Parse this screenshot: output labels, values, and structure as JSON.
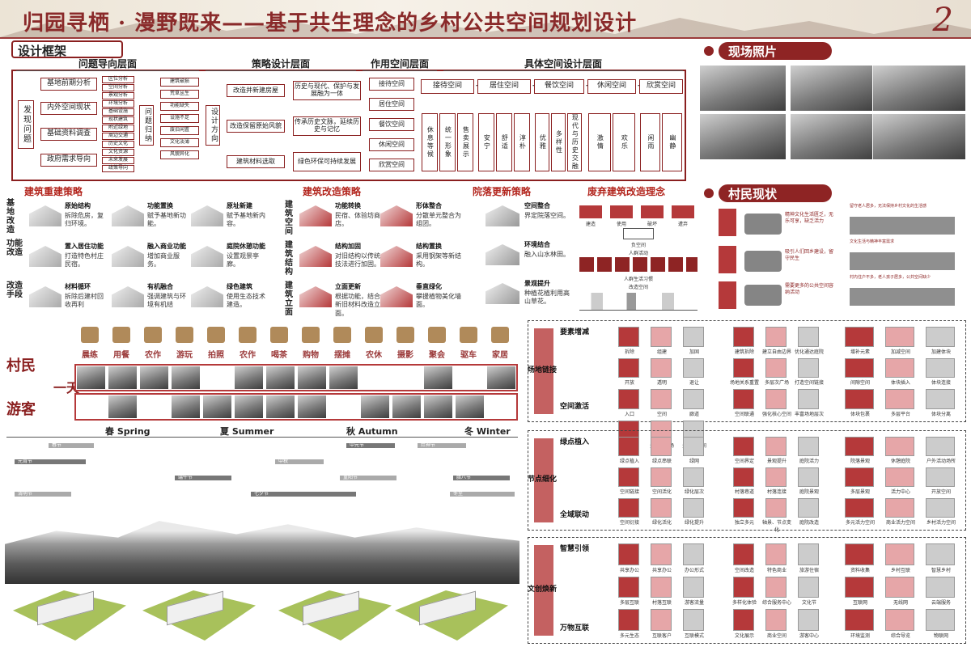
{
  "header": {
    "title": "归园寻栖 · 漫野既来——基于共生理念的乡村公共空间规划设计",
    "page_number": "2"
  },
  "framework": {
    "title": "设计框架",
    "sections": [
      "问题导向层面",
      "策略设计层面",
      "作用空间层面",
      "具体空间设计层面"
    ],
    "discover": "发现问题",
    "issues": [
      "基地前期分析",
      "内外空间现状",
      "基础资料调查",
      "政府需求导向"
    ],
    "issue_details": [
      "区位分析",
      "空间分析",
      "景观分析",
      "环境分析",
      "基础设施",
      "现状建筑",
      "附近绿地",
      "周边交通",
      "历史文化",
      "文化资源",
      "未来发展",
      "政策导向"
    ],
    "induce": "问题归纳",
    "induce_items": [
      "建筑破损",
      "荒草丛生",
      "功能缺失",
      "设施不足",
      "废旧闲置",
      "文化淡薄",
      "风貌异化"
    ],
    "direction": "设计方向",
    "directions": [
      "改造并新建房屋",
      "改造保留原始风貌",
      "建筑材料选取"
    ],
    "direction_notes": [
      "历史与现代、保护与发展融为一体",
      "传承历史文脉，延续历史与记忆",
      "绿色环保可持续发展"
    ],
    "spaces": [
      "接待空间",
      "居住空间",
      "餐饮空间",
      "休闲空间",
      "欣赏空间"
    ],
    "detail_spaces": [
      "接待空间",
      "居住空间",
      "餐饮空间",
      "休闲空间",
      "欣赏空间"
    ],
    "detail_items": [
      [
        "休息等候",
        "统一形象",
        "售卖展示"
      ],
      [
        "安宁",
        "舒适",
        "淳朴"
      ],
      [
        "优雅",
        "多样性",
        "现代与历史交融"
      ],
      [
        "激情",
        "欢乐"
      ],
      [
        "闲雨",
        "幽静"
      ]
    ]
  },
  "photos": {
    "title": "现场照片"
  },
  "villagers": {
    "title": "村民现状",
    "notes": [
      "留守老人居多，无法保持乡村文化的生活感",
      "精神文化生活匮乏，无乐可享，缺乏活力",
      "文化生活与精神丰富需求",
      "吸引人们回乡建设，留守民生",
      "村内住户不多，老人孩子居多，公共空间缺少",
      "需要更多的公共空间容纳活动"
    ]
  },
  "rebuild": {
    "title": "建筑重建策略",
    "rows": [
      "基地改造",
      "功能改造",
      "改造手段"
    ],
    "items": [
      {
        "t": "原始结构",
        "d": "拆除危房，复归环境。"
      },
      {
        "t": "功能置换",
        "d": "赋予基地新功能。"
      },
      {
        "t": "原址新建",
        "d": "赋予基地新内容。"
      },
      {
        "t": "置入居住功能",
        "d": "打造特色村庄民宿。"
      },
      {
        "t": "融入商业功能",
        "d": "增加商业服务。"
      },
      {
        "t": "庭院休憩功能",
        "d": "设置观景亭廊。"
      },
      {
        "t": "材料循环",
        "d": "拆除后建村回收再利"
      },
      {
        "t": "有机融合",
        "d": "强调建筑与环境有机结"
      },
      {
        "t": "绿色建筑",
        "d": "使用生态技术建造。"
      }
    ]
  },
  "renovate": {
    "title": "建筑改造策略",
    "rows": [
      "建筑空间",
      "建筑结构",
      "建筑立面"
    ],
    "items": [
      {
        "t": "功能转换",
        "d": "民宿、体验坊商店。"
      },
      {
        "t": "形体整合",
        "d": "分散单元整合为组团。"
      },
      {
        "t": "结构加固",
        "d": "对旧结构以传统技法进行加固。"
      },
      {
        "t": "结构置换",
        "d": "采用钢架等新结构。"
      },
      {
        "t": "立面更新",
        "d": "根据功能，结合新旧材料改造立面。"
      },
      {
        "t": "垂直绿化",
        "d": "攀援植物美化墙面。"
      }
    ]
  },
  "courtyard": {
    "title": "院落更新策略",
    "items": [
      {
        "t": "空间整合",
        "d": "界定院落空间。"
      },
      {
        "t": "环境结合",
        "d": "融入山水林田。"
      },
      {
        "t": "景观提升",
        "d": "种植花植利用高山草花。"
      }
    ]
  },
  "abandoned": {
    "title": "废弃建筑改造理念",
    "labels": [
      "建造",
      "使用",
      "破坏",
      "遭弃",
      "负空间",
      "人群活动",
      "人群生活习惯",
      "改造空间"
    ]
  },
  "activities": {
    "labels": [
      "晨练",
      "用餐",
      "农作",
      "游玩",
      "拍照",
      "农作",
      "喝茶",
      "购物",
      "摆摊",
      "农休",
      "摄影",
      "聚会",
      "驱车",
      "家居"
    ],
    "villager": "村民",
    "day": "一天",
    "tourist": "游客"
  },
  "seasons": {
    "labels": [
      "春 Spring",
      "夏 Summer",
      "秋 Autumn",
      "冬 Winter"
    ],
    "bars": [
      "春节",
      "中元节",
      "灶神节",
      "元宵节",
      "中秋",
      "端午节",
      "重阳节",
      "腊八节",
      "清明节",
      "七夕节",
      "冬至"
    ]
  },
  "panels": [
    {
      "labels": [
        "要素增减",
        "场地链接",
        "空间激活"
      ],
      "cells": [
        "拆除",
        "组建",
        "加固",
        "开放",
        "透明",
        "退让",
        "入口",
        "空间",
        "廊道",
        "强化空间",
        "多单位广场",
        "多元化空间"
      ],
      "cells2": [
        "建筑拆除",
        "建立自由边界",
        "优化通达庭院",
        "场地关系重置",
        "多层次广场",
        "打造空间链接",
        "空间联通",
        "强化核心空间",
        "丰富场地层次"
      ],
      "cells3": [
        "增补元素",
        "加减空间",
        "加建体块",
        "间隙空间",
        "体块插入",
        "体块连接",
        "体块包裹",
        "多层平台",
        "体块分离"
      ]
    },
    {
      "labels": [
        "绿点植入",
        "节点细化",
        "全域联动"
      ],
      "cells": [
        "绿点植入",
        "绿点串联",
        "绿网",
        "空间链接",
        "空间活化",
        "绿化层次",
        "空间衍接",
        "绿化活化",
        "绿化提升"
      ],
      "cells2": [
        "空间界定",
        "景观提升",
        "庭院活力",
        "村落巷道",
        "村落连接",
        "庭院景观",
        "独立多元",
        "轴景、节点变化",
        "庭院改造"
      ],
      "cells3": [
        "院落景观",
        "休憩庭院",
        "户外活动场所",
        "多层景观",
        "活力中心",
        "开放空间",
        "多元活力空间",
        "商业活力空间",
        "乡村活力空间"
      ]
    },
    {
      "labels": [
        "智慧引领",
        "文创焕新",
        "万物互联"
      ],
      "cells": [
        "共享办公",
        "共享办公",
        "办公形式",
        "多层互联",
        "村落互联",
        "游客流量",
        "多元生态",
        "互联客户",
        "互联模式"
      ],
      "cells2": [
        "空间改造",
        "特色商业",
        "旅游住宿",
        "多样化体验",
        "综合服务中心",
        "文化节",
        "文化展示",
        "商业空间",
        "游客中心"
      ],
      "cells3": [
        "资料收集",
        "乡村互联",
        "智慧乡村",
        "互联网",
        "无线网",
        "云端服务",
        "环境监测",
        "综合导览",
        "物联网"
      ]
    }
  ]
}
